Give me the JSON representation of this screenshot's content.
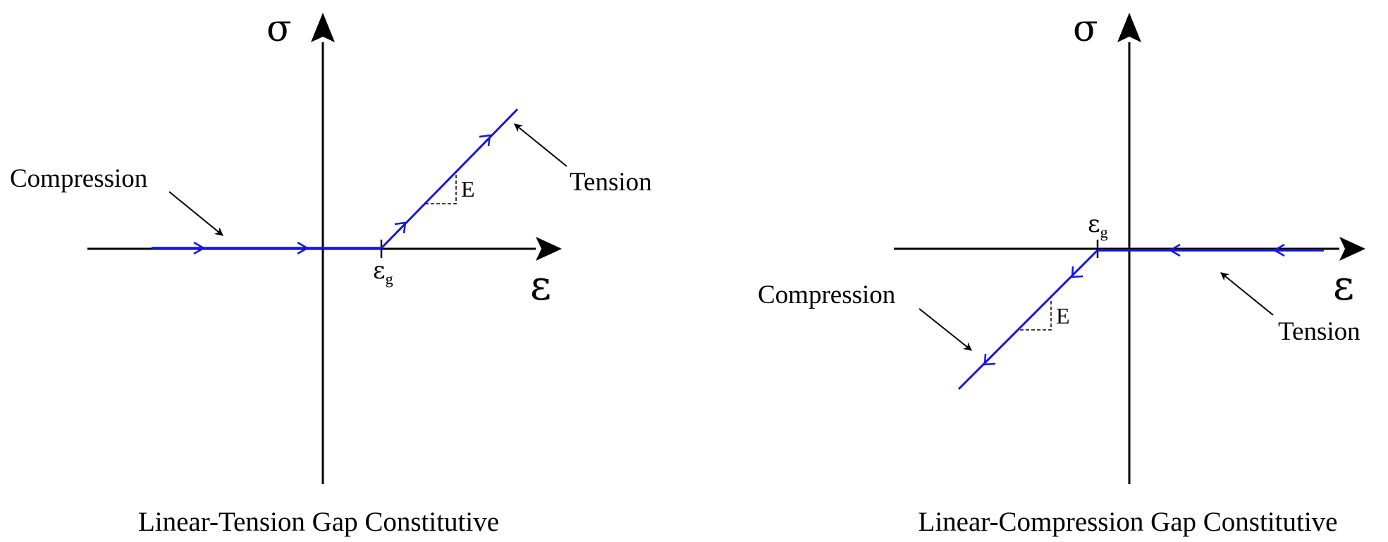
{
  "colors": {
    "axis": "#000000",
    "curve": "#1414e6",
    "text": "#000000",
    "guide": "#000000"
  },
  "panels": [
    {
      "title": "Linear-Tension Gap Constitutive",
      "y_axis_label": "σ",
      "x_axis_label": "ε",
      "gap_symbol": "ε",
      "gap_subscript": "g",
      "modulus_label": "E",
      "compression_label": "Compression",
      "tension_label": "Tension"
    },
    {
      "title": "Linear-Compression Gap Constitutive",
      "y_axis_label": "σ",
      "x_axis_label": "ε",
      "gap_symbol": "ε",
      "gap_subscript": "g",
      "modulus_label": "E",
      "compression_label": "Compression",
      "tension_label": "Tension"
    }
  ]
}
